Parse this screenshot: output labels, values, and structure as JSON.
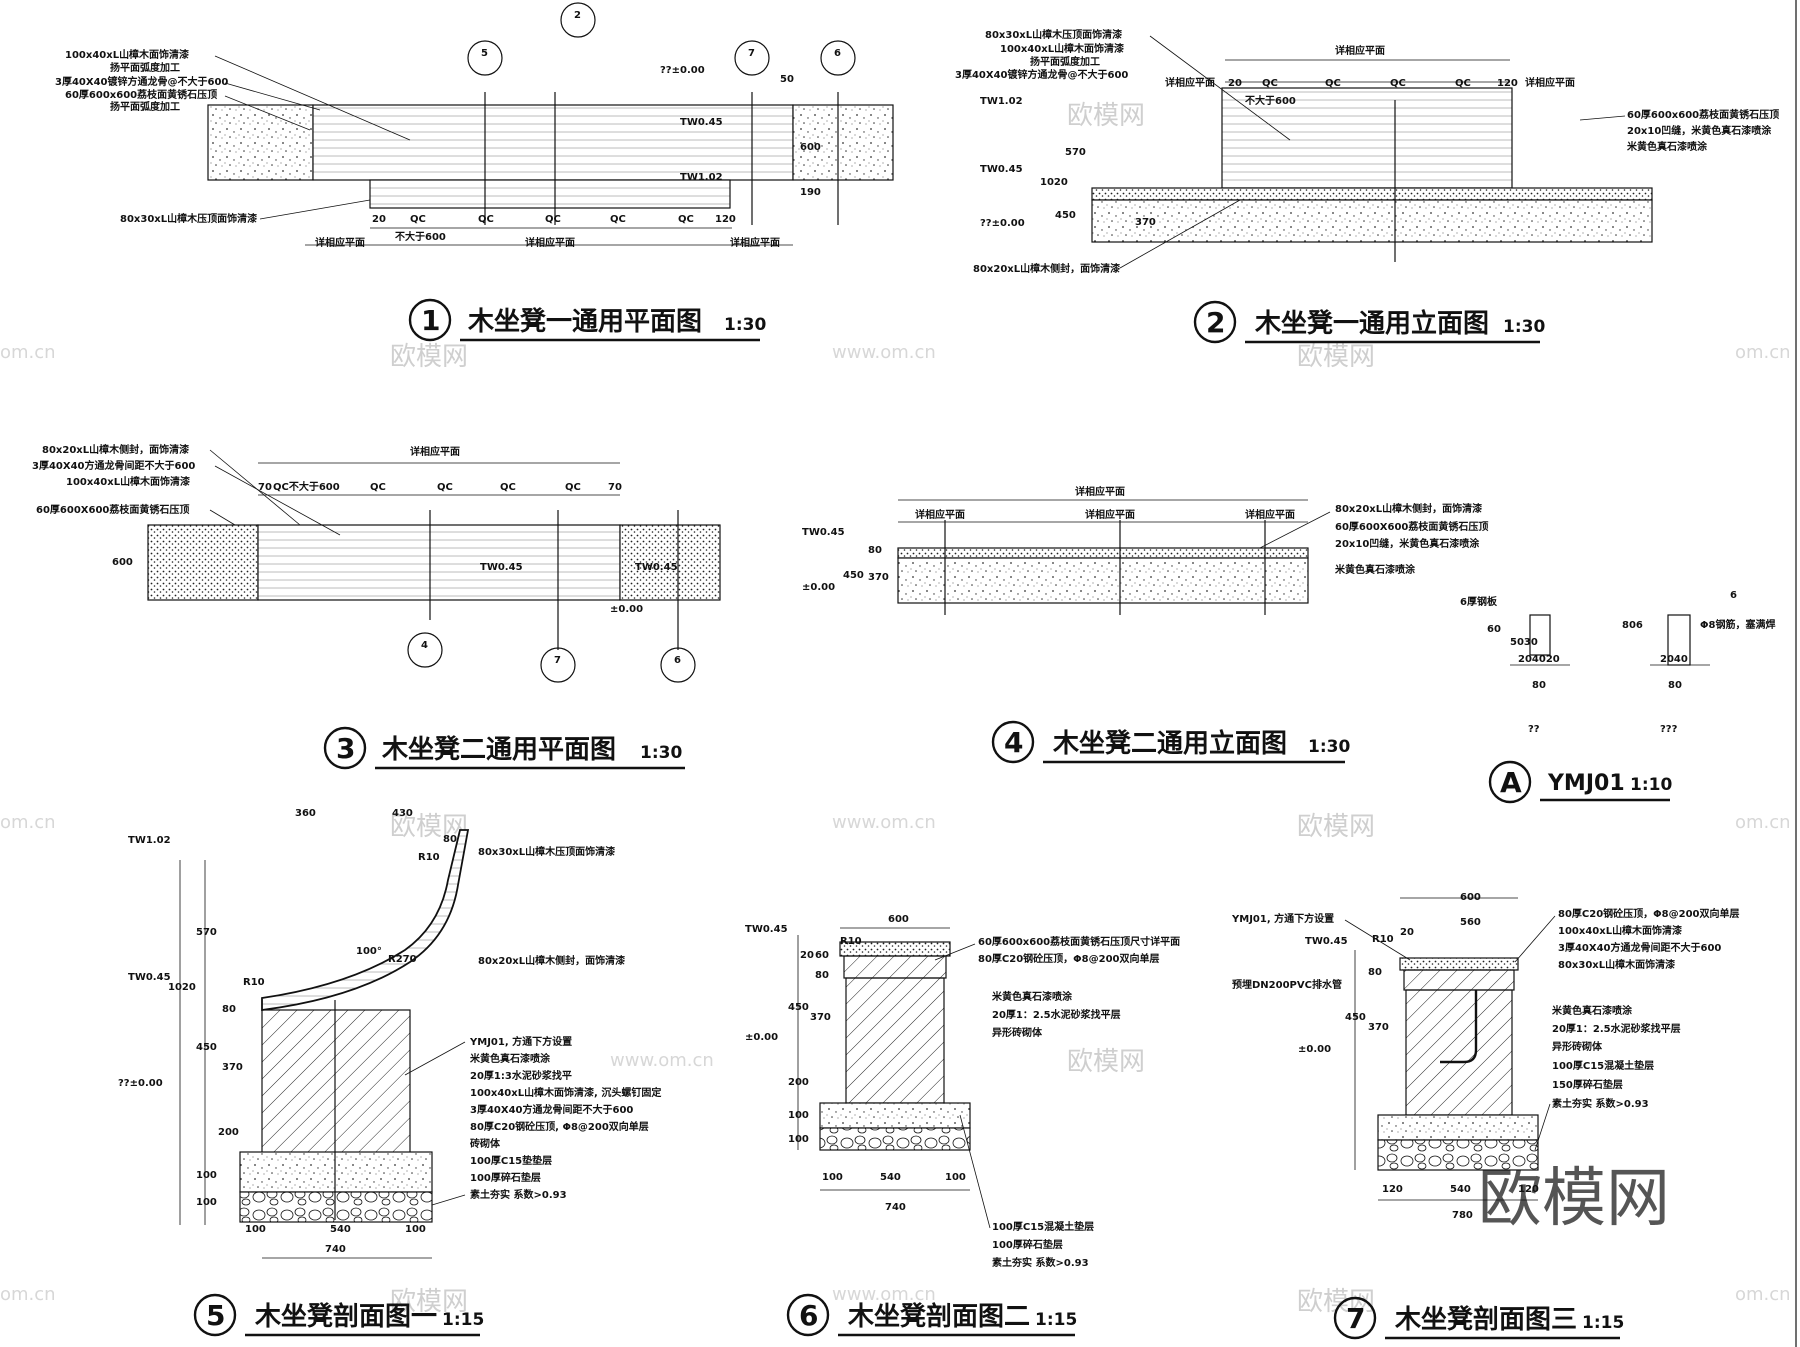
{
  "titles": {
    "d1": {
      "num": "1",
      "name": "木坐凳一通用平面图",
      "scale": "1:30"
    },
    "d2": {
      "num": "2",
      "name": "木坐凳一通用立面图",
      "scale": "1:30"
    },
    "d3": {
      "num": "3",
      "name": "木坐凳二通用平面图",
      "scale": "1:30"
    },
    "d4": {
      "num": "4",
      "name": "木坐凳二通用立面图",
      "scale": "1:30"
    },
    "dA": {
      "num": "A",
      "name": "YMJ01",
      "scale": "1:10"
    },
    "d5": {
      "num": "5",
      "name": "木坐凳剖面图一",
      "scale": "1:15"
    },
    "d6": {
      "num": "6",
      "name": "木坐凳剖面图二",
      "scale": "1:15"
    },
    "d7": {
      "num": "7",
      "name": "木坐凳剖面图三",
      "scale": "1:15"
    }
  },
  "d1": {
    "notes": [
      "100x40xL山樟木面饰清漆",
      "扬平面弧度加工",
      "3厚40X40镀锌方通龙骨@不大于600",
      "60厚600x600荔枝面黄锈石压顶",
      "扬平面弧度加工",
      "80x30xL山樟木压顶面饰清漆"
    ],
    "levels": {
      "l0": "??±0.00",
      "l1": "TW0.45",
      "l2": "TW1.02"
    },
    "dims": {
      "d20": "20",
      "qc": "QC",
      "d120": "120",
      "d50": "50",
      "d600": "600",
      "d190": "190",
      "max600": "不大于600"
    },
    "refs": {
      "r1": "详相应平面",
      "r2": "详相应平面",
      "r3": "详相应平面"
    },
    "markers": {
      "m5": "5",
      "m2": "2",
      "m7": "7",
      "m6": "6"
    }
  },
  "d2": {
    "notes": [
      "80x30xL山樟木压顶面饰清漆",
      "100x40xL山樟木面饰清漆",
      "扬平面弧度加工",
      "3厚40X40镀锌方通龙骨@不大于600",
      "60厚600x600荔枝面黄锈石压顶",
      "20x10凹缝，米黄色真石漆喷涂",
      "米黄色真石漆喷涂",
      "80x20xL山樟木侧封，面饰清漆"
    ],
    "levels": {
      "l2": "TW1.02",
      "l1": "TW0.45",
      "l0": "??±0.00"
    },
    "dims": {
      "d20": "20",
      "qc": "QC",
      "d120": "120",
      "max600": "不大于600",
      "d570": "570",
      "d1020": "1020",
      "d450": "450",
      "d370": "370"
    },
    "refs": {
      "top": "详相应平面",
      "left": "详相应平面",
      "right": "详相应平面"
    }
  },
  "d3": {
    "notes": [
      "80x20xL山樟木侧封，面饰清漆",
      "3厚40X40方通龙骨间距不大于600",
      "100x40xL山樟木面饰清漆",
      "60厚600X600荔枝面黄锈石压顶"
    ],
    "levels": {
      "l1": "TW0.45",
      "l1b": "TW0.45",
      "l0": "±0.00"
    },
    "dims": {
      "d70": "70",
      "max600": "QC不大于600",
      "qc": "QC",
      "d600": "600"
    },
    "refs": {
      "top": "详相应平面"
    },
    "markers": {
      "m4": "4",
      "m7": "7",
      "m6": "6"
    }
  },
  "d4": {
    "notes": [
      "80x20xL山樟木侧封，面饰清漆",
      "60厚600X600荔枝面黄锈石压顶",
      "20x10凹缝，米黄色真石漆喷涂",
      "米黄色真石漆喷涂"
    ],
    "levels": {
      "l1": "TW0.45",
      "l0": "±0.00"
    },
    "dims": {
      "d450": "450",
      "d80": "80",
      "d370": "370"
    },
    "refs": {
      "top": "详相应平面",
      "left": "详相应平面",
      "mid": "详相应平面",
      "right": "详相应平面"
    }
  },
  "dA": {
    "notes": [
      "6厚钢板",
      "6",
      "Φ8钢筋，塞满焊"
    ],
    "dims": {
      "d60": "60",
      "d5030": "5030",
      "d204020": "204020",
      "d80a": "80",
      "d806": "806",
      "d2040": "2040",
      "d80b": "80"
    },
    "labels": {
      "a": "??",
      "b": "???"
    }
  },
  "d5": {
    "notes": [
      "80x30xL山樟木压顶面饰清漆",
      "80x20xL山樟木侧封，面饰清漆",
      "YMJ01, 方通下方设置",
      "米黄色真石漆喷涂",
      "20厚1:3水泥砂浆找平",
      "100x40xL山樟木面饰清漆, 沉头螺钉固定",
      "3厚40X40方通龙骨间距不大于600",
      "80厚C20钢砼压顶, Φ8@200双向单层",
      "砖砌体",
      "100厚C15垫垫层",
      "100厚碎石垫层",
      "素土夯实 系数>0.93"
    ],
    "levels": {
      "l2": "TW1.02",
      "l1": "TW0.45",
      "l0": "??±0.00"
    },
    "dims": {
      "d360": "360",
      "d430": "430",
      "d80": "80",
      "r10a": "R10",
      "r10b": "R10",
      "r270": "R270",
      "ang": "100°",
      "d570": "570",
      "d1020": "1020",
      "d80b": "80",
      "d450": "450",
      "d370": "370",
      "d200": "200",
      "d100a": "100",
      "d100b": "100",
      "d100c": "100",
      "d540": "540",
      "d100d": "100",
      "d740": "740"
    }
  },
  "d6": {
    "notes": [
      "60厚600x600荔枝面黄锈石压顶尺寸详平面",
      "80厚C20钢砼压顶，Φ8@200双向单层",
      "米黄色真石漆喷涂",
      "20厚1：2.5水泥砂浆找平层",
      "异形砖砌体",
      "100厚C15混凝土垫层",
      "100厚碎石垫层",
      "素土夯实 系数>0.93"
    ],
    "levels": {
      "l1": "TW0.45",
      "l0": "±0.00"
    },
    "dims": {
      "d600": "600",
      "r10": "R10",
      "d20": "20",
      "d60": "60",
      "d80": "80",
      "d450": "450",
      "d370": "370",
      "d200": "200",
      "d100a": "100",
      "d100b": "100",
      "d100c": "100",
      "d540": "540",
      "d100d": "100",
      "d740": "740"
    }
  },
  "d7": {
    "notes": [
      "80厚C20钢砼压顶，Φ8@200双向单层",
      "100x40xL山樟木面饰清漆",
      "3厚40X40方通龙骨间距不大于600",
      "80x30xL山樟木面饰清漆",
      "米黄色真石漆喷涂",
      "20厚1：2.5水泥砂浆找平层",
      "异形砖砌体",
      "100厚C15混凝土垫层",
      "150厚碎石垫层",
      "素土夯实 系数>0.93",
      "YMJ01, 方通下方设置",
      "预埋DN200PVC排水管"
    ],
    "levels": {
      "l1": "TW0.45",
      "l0": "±0.00"
    },
    "dims": {
      "d600": "600",
      "d560": "560",
      "d20": "20",
      "r10": "R10",
      "d80": "80",
      "d450": "450",
      "d370": "370",
      "d120a": "120",
      "d540": "540",
      "d120b": "120",
      "d780": "780"
    }
  },
  "watermarks": {
    "site": "www.om.cn",
    "cn": "欧模网",
    "big": "欧模网",
    "small": "om.cn"
  }
}
